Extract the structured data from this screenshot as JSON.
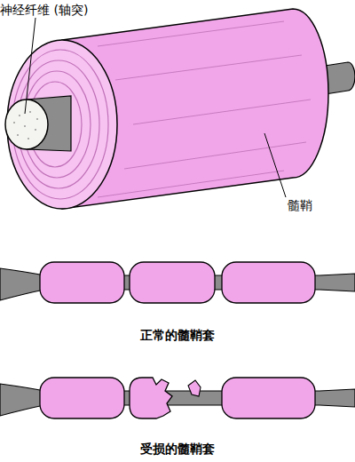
{
  "diagram": {
    "labels": [
      "神经纤维 (轴突)",
      "髓鞘",
      "正常的髓鞘套",
      "受损的髓鞘套"
    ]
  }
}
